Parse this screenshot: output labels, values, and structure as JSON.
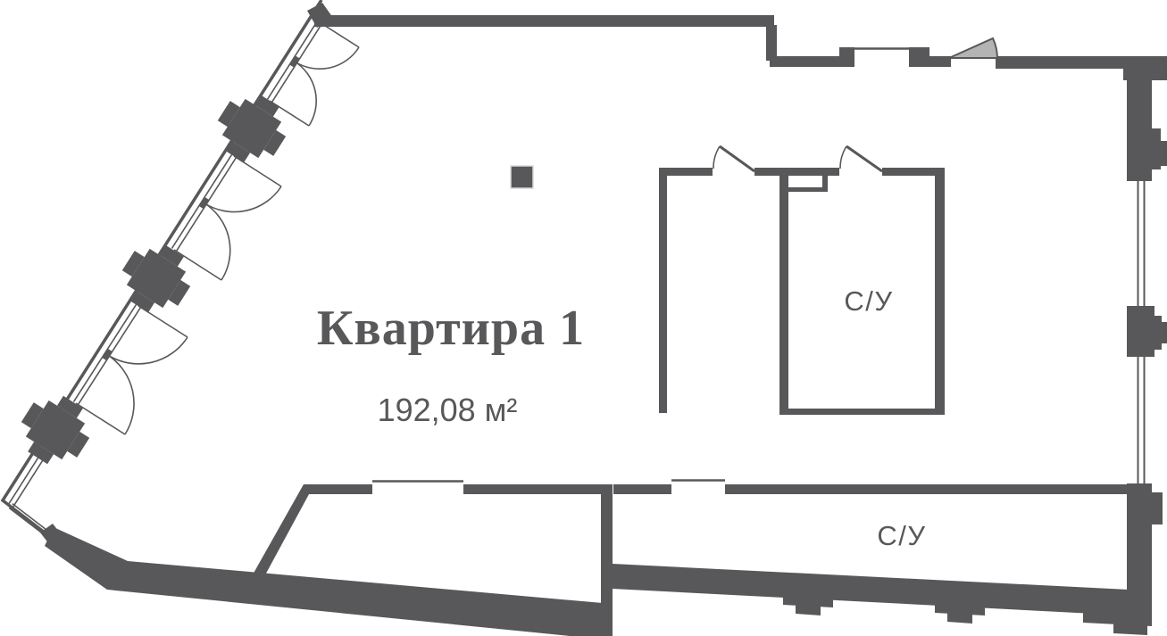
{
  "floor_plan": {
    "title": "Квартира 1",
    "area": "192,08 м²",
    "rooms": [
      {
        "label": "С/У"
      },
      {
        "label": "С/У"
      }
    ],
    "colors": {
      "wall": "#58585a",
      "text": "#58585a",
      "door_swing_fill": "#b4b4b4",
      "background": "#ffffff"
    }
  }
}
